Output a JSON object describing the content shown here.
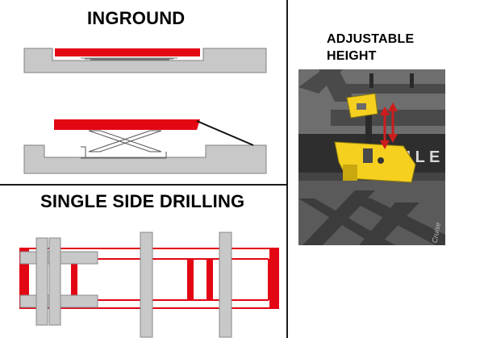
{
  "sections": {
    "inground": {
      "title": "INGROUND"
    },
    "single_side_drilling": {
      "title": "SINGLE SIDE DRILLING"
    },
    "adjustable_height": {
      "title": "ADJUSTABLE HEIGHT"
    }
  },
  "photo": {
    "panel_lettering": "H L E",
    "watermark": "Cruise"
  },
  "colors": {
    "lift_red": "#e30613",
    "concrete_gray": "#c8c8c8",
    "outline_gray": "#808080",
    "photo_dark": "#3c3c3c",
    "bracket_yellow": "#f5d01f",
    "arrow_red": "#cc1d1d"
  }
}
